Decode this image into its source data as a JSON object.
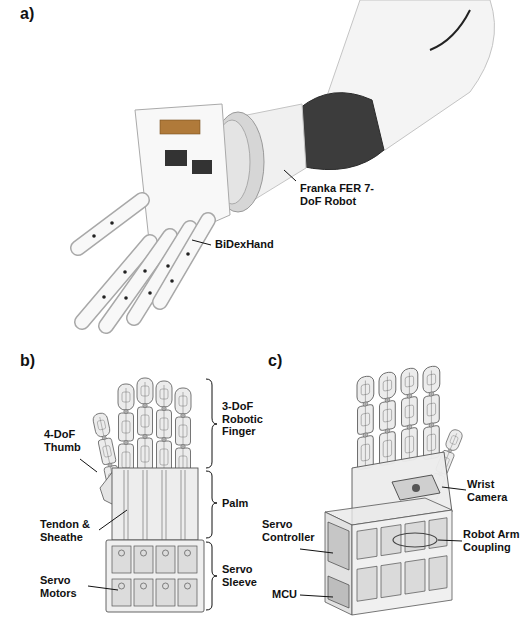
{
  "diagram": {
    "labels": [
      "a)",
      "Franka FER 7-DoF Robot",
      "BiDexHand",
      "b)",
      "3-DoF Robotic Finger",
      "4-DoF Thumb",
      "Palm",
      "Tendon & Sheathe",
      "Servo Sleeve",
      "Servo Motors",
      "c)",
      "Wrist Camera",
      "Servo Controller",
      "Robot Arm Coupling",
      "MCU"
    ]
  }
}
